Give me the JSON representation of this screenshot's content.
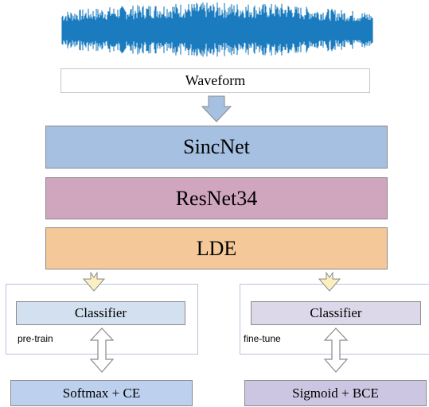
{
  "waveform": {
    "label": "Waveform"
  },
  "blocks": [
    {
      "label": "SincNet",
      "color": "#a6c0e2"
    },
    {
      "label": "ResNet34",
      "color": "#cfa6bd"
    },
    {
      "label": "LDE",
      "color": "#f4c898"
    }
  ],
  "branches": {
    "left": {
      "classifier": "Classifier",
      "tag": "pre-train",
      "loss": "Softmax + CE",
      "classifier_color": "#d3e0f0",
      "loss_color": "#bdd1ee"
    },
    "right": {
      "classifier": "Classifier",
      "tag": "fine-tune",
      "loss": "Sigmoid + BCE",
      "classifier_color": "#dcd8ea",
      "loss_color": "#cdc6e2"
    }
  },
  "colors": {
    "waveform": "#1b7bbf",
    "arrow_down_fill": "#a6c0e2",
    "arrow_yellow_fill": "#fbeec0",
    "double_arrow_fill": "#ffffff",
    "arrow_stroke": "#8a8a8a"
  }
}
